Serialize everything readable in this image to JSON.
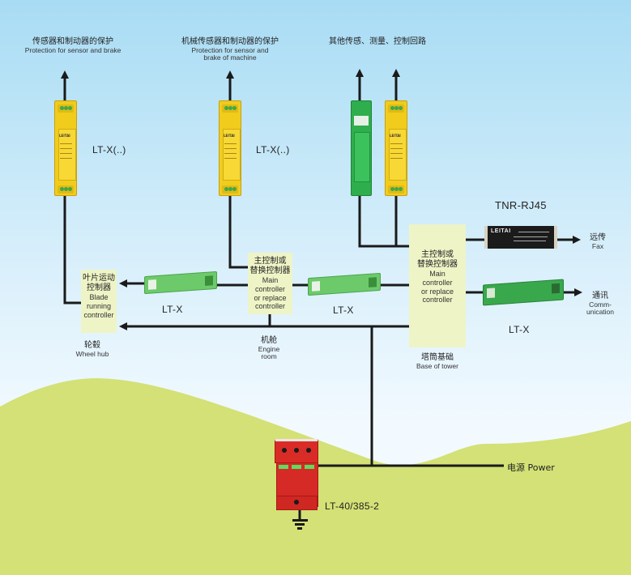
{
  "colors": {
    "sky_top": "#a8dcf4",
    "sky_bottom": "#f3faff",
    "ground": "#d3e176",
    "wire": "#1a1a1a",
    "controller_fill": "#eef4c6",
    "module_yellow": "#f2cc1c",
    "module_green": "#2fae4d",
    "module_lightgreen": "#6dca6b",
    "spd_red": "#d52a25"
  },
  "outputs": [
    {
      "zh": "传感器和制动器的保护",
      "en": "Protection for sensor and brake"
    },
    {
      "zh": "机械传感器和制动器的保护",
      "en_line1": "Protection for sensor and",
      "en_line2": "brake of machine"
    },
    {
      "zh": "其他传感、测量、控制回路"
    }
  ],
  "modules": {
    "ltx_paren_1": "LT-X(..)",
    "ltx_paren_2": "LT-X(..)",
    "ltx_1": "LT-X",
    "ltx_2": "LT-X",
    "ltx_3": "LT-X",
    "tnr": "TNR-RJ45",
    "spd": "LT-40/385-2",
    "brand": "LEITAI"
  },
  "controllers": {
    "blade": {
      "zh1": "叶片运动",
      "zh2": "控制器",
      "en1": "Blade",
      "en2": "running",
      "en3": "controller"
    },
    "main_engine": {
      "zh1": "主控制或",
      "zh2": "替换控制器",
      "en1": "Main",
      "en2": "controller",
      "en3": "or replace",
      "en4": "controller"
    },
    "main_tower": {
      "zh1": "主控制或",
      "zh2": "替换控制器",
      "en1": "Main",
      "en2": "controller",
      "en3": "or replace",
      "en4": "controller"
    }
  },
  "locations": {
    "hub": {
      "zh": "轮毂",
      "en": "Wheel hub"
    },
    "engine": {
      "zh": "机舱",
      "en1": "Engine",
      "en2": "room"
    },
    "tower": {
      "zh": "塔筒基础",
      "en": "Base of tower"
    }
  },
  "remote": {
    "fax": {
      "zh": "远传",
      "en": "Fax"
    },
    "comm": {
      "zh": "通讯",
      "en1": "Comm-",
      "en2": "unication"
    },
    "power": "电源 Power"
  }
}
